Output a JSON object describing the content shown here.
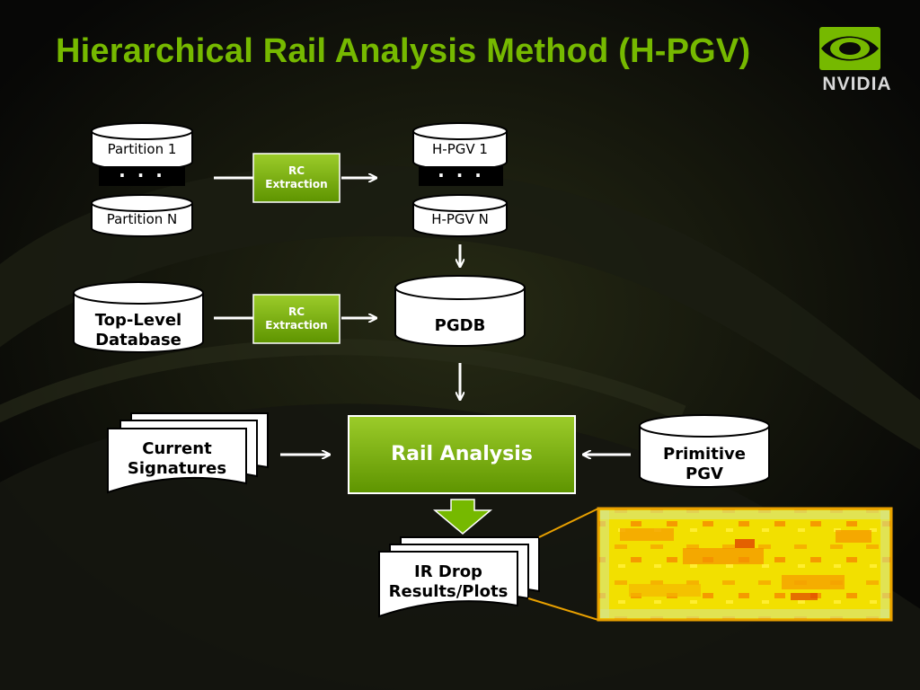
{
  "title": "Hierarchical Rail Analysis Method (H-PGV)",
  "logo": {
    "text": "NVIDIA",
    "icon": "nvidia-eye-logo-icon"
  },
  "colors": {
    "accent": "#76b900",
    "background": "#0a0a08",
    "heatmap_border": "#e8a000"
  },
  "diagram": {
    "partition_1": "Partition 1",
    "partition_n": "Partition N",
    "ellipsis": "· · ·",
    "rc_extraction_1": "RC\nExtraction",
    "rc_extraction_2": "RC\nExtraction",
    "hpgv_1": "H-PGV 1",
    "hpgv_n": "H-PGV N",
    "top_level_db": "Top-Level\nDatabase",
    "pgdb": "PGDB",
    "current_signatures": "Current\nSignatures",
    "rail_analysis": "Rail Analysis",
    "primitive_pgv": "Primitive\nPGV",
    "ir_drop": "IR Drop\nResults/Plots"
  }
}
